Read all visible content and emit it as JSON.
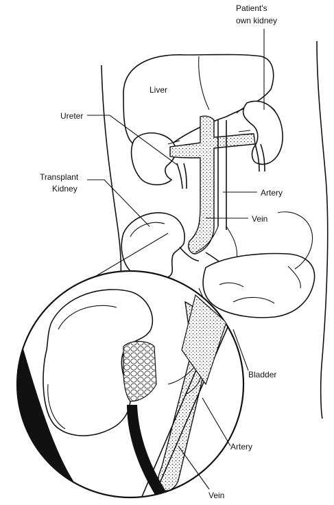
{
  "labels": {
    "patients_kidney_line1": "Patient's",
    "patients_kidney_line2": "own kidney",
    "liver": "Liver",
    "ureter": "Ureter",
    "transplant_kidney_line1": "Transplant",
    "transplant_kidney_line2": "Kidney",
    "artery_upper": "Artery",
    "vein_upper": "Vein",
    "bladder": "Bladder",
    "artery_lower": "Artery",
    "vein_lower": "Vein"
  }
}
